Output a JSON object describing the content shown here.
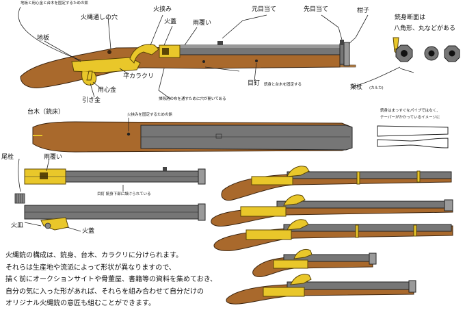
{
  "labels": {
    "jiita_text": "地板と用心金と台木を固定するための鋲",
    "hinawa_ana": "火縄通しの穴",
    "hibasami": "火挟み",
    "hibuta": "火蓋",
    "amaooi": "雨覆い",
    "motomeate": "元目当て",
    "sakimeate": "先目当て",
    "kanshi": "柑子",
    "jiita": "地板",
    "hira_karakuri": "平カラクリ",
    "youjingane": "用心金",
    "hikigane": "引き金",
    "mekugi": "目釘",
    "mekugi_note": "銃身と台木を固定する",
    "karuka": "槊杖",
    "karuka_reading": "(カルカ)",
    "karuka_note": "掃除用の布を通すために穴が開いてある",
    "daiboku": "台木（銃床）",
    "section_title_1": "銃身断面は",
    "section_title_2": "八角形、丸などがある",
    "hibasami_byou": "火挟みを固定するための鋲",
    "taper_note_1": "銃身はまっすぐなパイプではなく、",
    "taper_note_2": "テーパーがかかっているイメージに",
    "bisen": "尾栓",
    "amaooi_2": "雨覆い",
    "mekugi_underside": "目釘 銃身下部に設けられている",
    "hizara": "火皿",
    "hibuta_2": "火蓋"
  },
  "paragraph": [
    "火縄銃の構成は、銃身、台木、カラクリに分けられます。",
    "それらは生産地や流派によって形状が異なりますので、",
    "描く前にオークションサイトや骨董屋、書籍等の資料を集めておき、",
    "自分の気に入った形があれば、それらを組み合わせて自分だけの",
    "オリジナル火縄銃の意匠も組むことができます。"
  ],
  "colors": {
    "wood": "#a9692c",
    "wood_dark": "#6e4319",
    "metal": "#767676",
    "metal_dark": "#444444",
    "brass": "#e9c72a",
    "brass_dark": "#8a6d0b"
  }
}
